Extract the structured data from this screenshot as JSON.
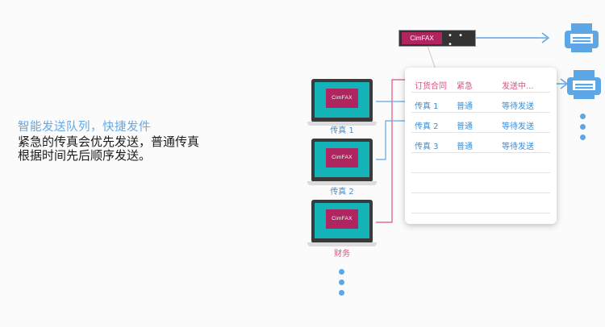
{
  "intro": {
    "heading": "智能发送队列，快捷发件",
    "line1": "紧急的传真会优先发送，普通传真",
    "line2": "根据时间先后顺序发送。"
  },
  "device": {
    "brand": "CimFAX",
    "dots": "• • •"
  },
  "senders": [
    {
      "screen_logo": "CimFAX",
      "label": "传真 1",
      "label_color": "#3a8fd6"
    },
    {
      "screen_logo": "CimFAX",
      "label": "传真 2",
      "label_color": "#3a8fd6"
    },
    {
      "screen_logo": "CimFAX",
      "label": "财务",
      "label_color": "#e0507a"
    }
  ],
  "queue": [
    {
      "name": "订货合同",
      "priority": "紧急",
      "status": "发送中...",
      "color": "#e0507a"
    },
    {
      "name": "传真 1",
      "priority": "普通",
      "status": "等待发送",
      "color": "#3a8fd6"
    },
    {
      "name": "传真 2",
      "priority": "普通",
      "status": "等待发送",
      "color": "#3a8fd6"
    },
    {
      "name": "传真 3",
      "priority": "普通",
      "status": "等待发送",
      "color": "#3a8fd6"
    }
  ],
  "colors": {
    "accent_blue": "#5ea7e6",
    "accent_pink": "#e0507a",
    "brand_magenta": "#b0245f",
    "screen_teal": "#13b3b8"
  },
  "icons": [
    "printer-icon",
    "printer-icon",
    "arrow-right-icon",
    "laptop-icon"
  ]
}
